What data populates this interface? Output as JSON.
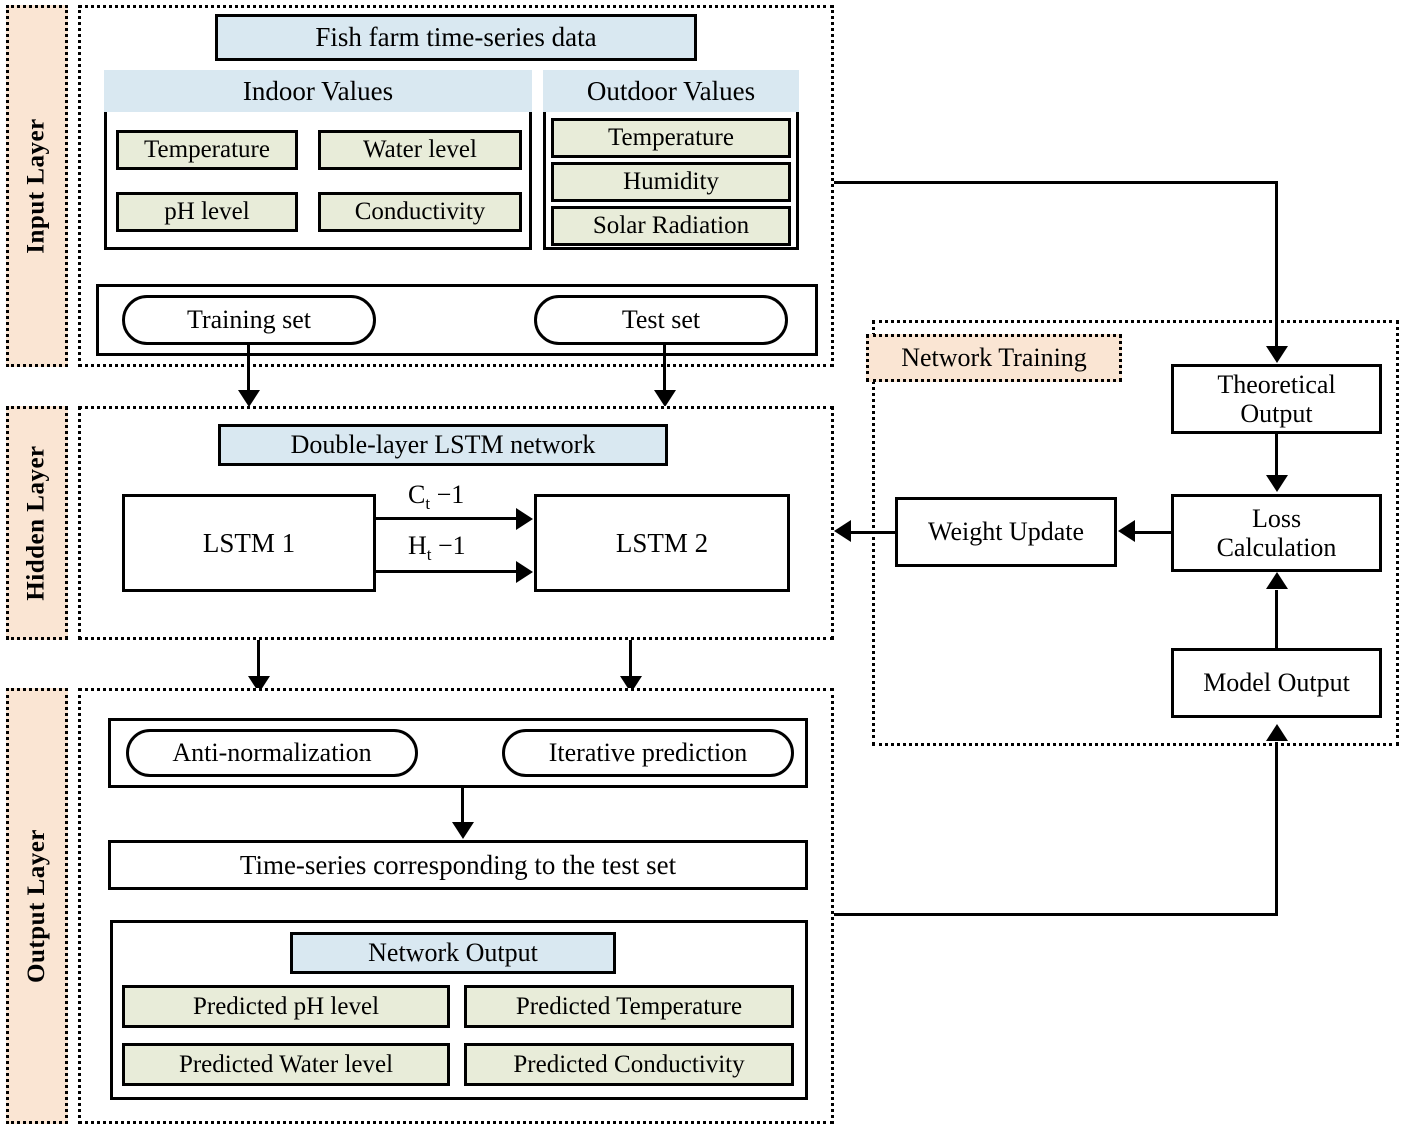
{
  "layers": {
    "input": "Input Layer",
    "hidden": "Hidden Layer",
    "output": "Output Layer"
  },
  "input_layer": {
    "title": "Fish farm time-series data",
    "indoor": {
      "header": "Indoor Values",
      "items": [
        "Temperature",
        "Water level",
        "pH level",
        "Conductivity"
      ]
    },
    "outdoor": {
      "header": "Outdoor Values",
      "items": [
        "Temperature",
        "Humidity",
        "Solar Radiation"
      ]
    },
    "datasets": [
      "Training set",
      "Test set"
    ]
  },
  "hidden_layer": {
    "title": "Double-layer LSTM network",
    "cells": [
      "LSTM 1",
      "LSTM 2"
    ],
    "signals": [
      {
        "symbol": "C",
        "sub": "t",
        "suffix": " −1"
      },
      {
        "symbol": "H",
        "sub": "t",
        "suffix": " −1"
      }
    ]
  },
  "output_layer": {
    "steps": [
      "Anti-normalization",
      "Iterative prediction"
    ],
    "timeseries": "Time-series corresponding to the test set",
    "network_output": {
      "header": "Network Output",
      "items": [
        "Predicted pH level",
        "Predicted Temperature",
        "Predicted Water level",
        "Predicted Conductivity"
      ]
    }
  },
  "network_training": {
    "tag": "Network Training",
    "theoretical_output": "Theoretical\nOutput",
    "theoretical_output_l1": "Theoretical",
    "theoretical_output_l2": "Output",
    "loss_l1": "Loss",
    "loss_l2": "Calculation",
    "weight_update": "Weight Update",
    "model_output": "Model Output"
  },
  "colors": {
    "header_blue": "#d9e8f1",
    "item_green": "#e8ecd9",
    "layer_peach": "#fae5d3",
    "stroke": "#000000",
    "background": "#ffffff"
  }
}
